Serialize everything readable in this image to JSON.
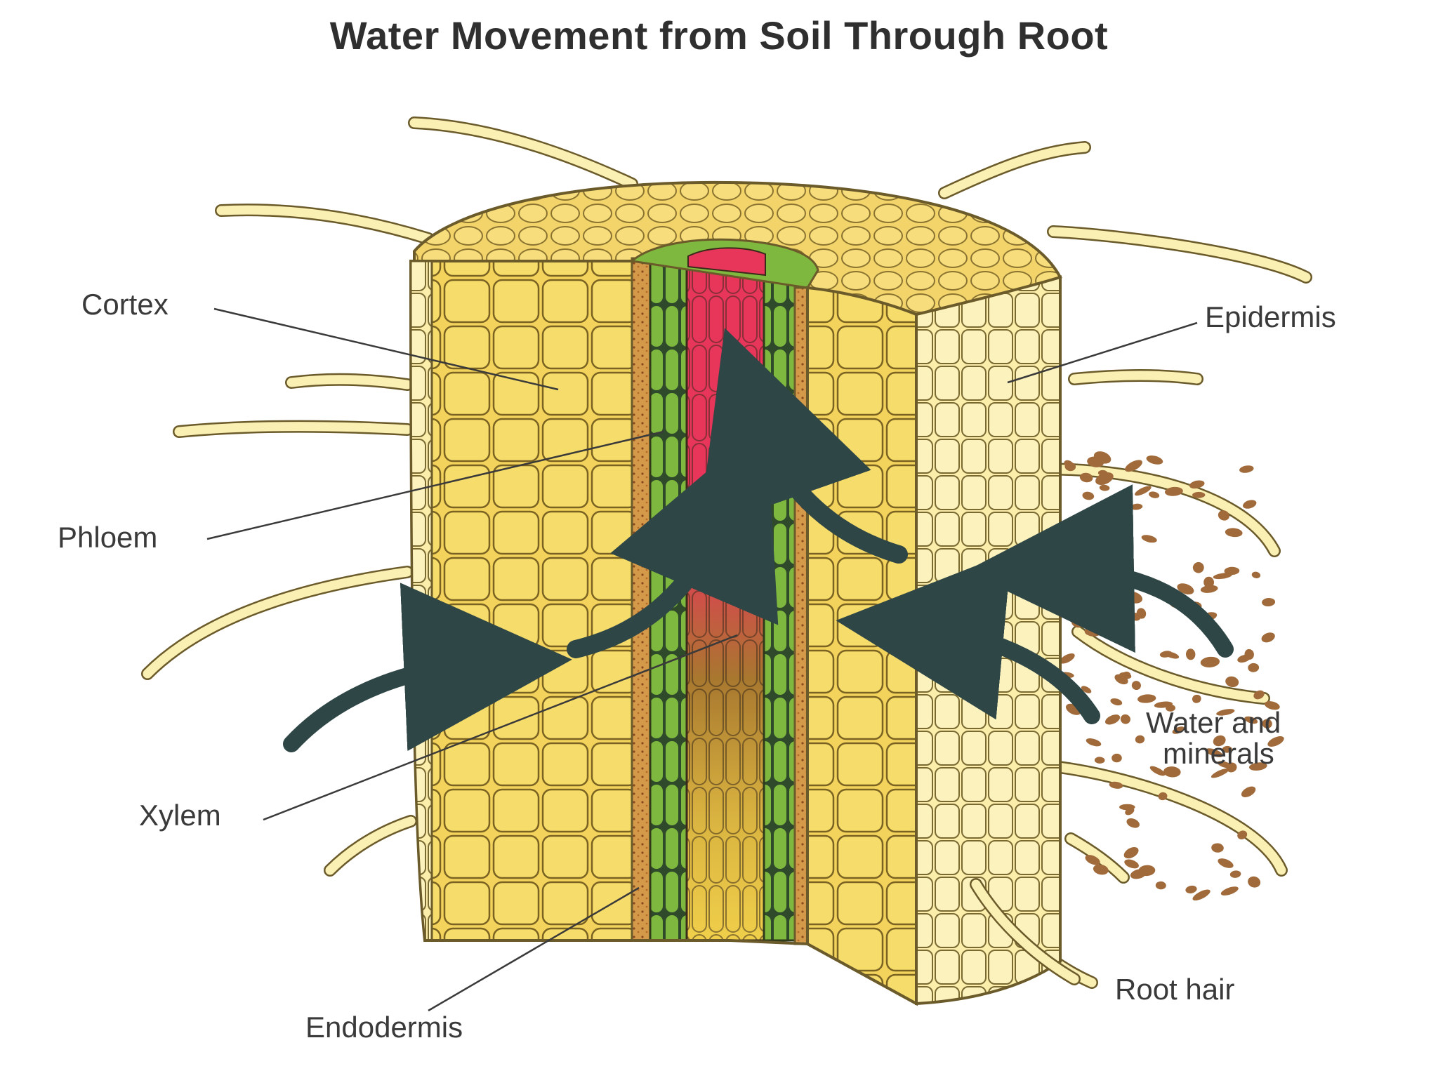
{
  "title": "Water Movement from Soil Through Root",
  "labels": {
    "cortex": "Cortex",
    "phloem": "Phloem",
    "xylem": "Xylem",
    "endodermis": "Endodermis",
    "epidermis": "Epidermis",
    "water_line1": "Water and",
    "water_line2": "minerals",
    "root_hair": "Root hair"
  },
  "colors": {
    "cortex": "#f3d35b",
    "epidermis": "#fbeeaa",
    "phloem": "#7fb83e",
    "xylem_upper": "#e8355a",
    "xylem_lower": "#a8782f",
    "endodermis": "#d49a4a",
    "arrow": "#2f4646",
    "soil": "#a06a3a",
    "outline": "#6b5a2a",
    "root_hair": "#faf0b4"
  }
}
